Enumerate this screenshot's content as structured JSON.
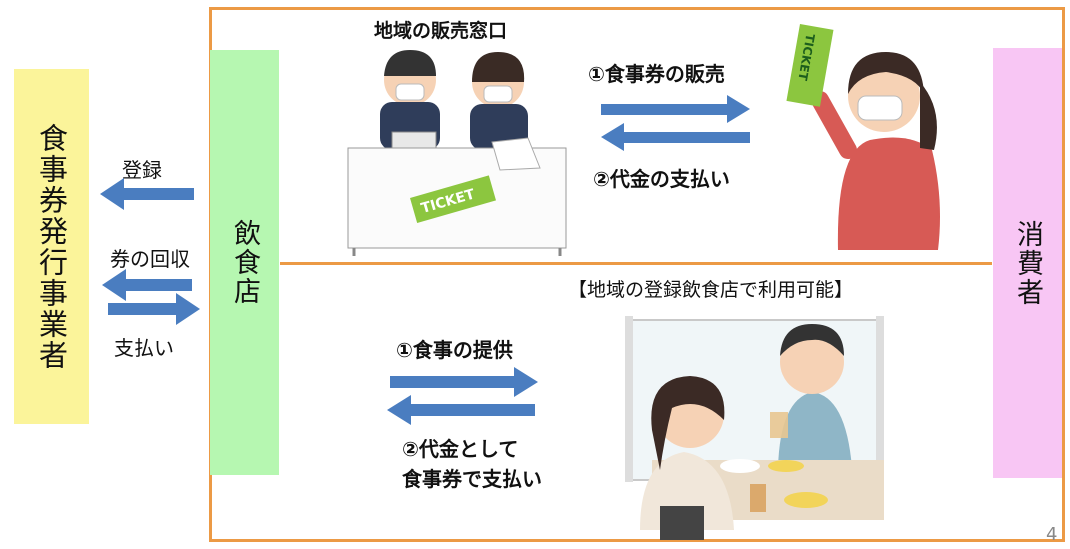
{
  "entities": {
    "issuer": "食事券発行事業者",
    "restaurant": "飲食店",
    "consumer": "消費者"
  },
  "left_flows": {
    "registration": "登録",
    "voucher_collection": "券の回収",
    "payment": "支払い"
  },
  "top_section": {
    "title": "地域の販売窓口",
    "flow_out": "①食事券の販売",
    "flow_back": "②代金の支払い",
    "ticket_text": "TICKET"
  },
  "bottom_section": {
    "title": "【地域の登録飲食店で利用可能】",
    "flow_out": "①食事の提供",
    "flow_back_line1": "②代金として",
    "flow_back_line2": "食事券で支払い"
  },
  "page_number": "4",
  "colors": {
    "frame": "#ec9a45",
    "arrow": "#4a7dc0",
    "issuer_bg": "#fbf49a",
    "restaurant_bg": "#b6f7b1",
    "consumer_bg": "#f8c6f4",
    "ticket": "#8cc63f"
  }
}
